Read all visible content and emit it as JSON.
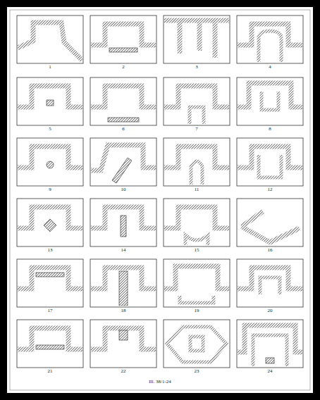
{
  "diagram": {
    "caption": "Ill. 38/1-24",
    "labels": [
      "1",
      "2",
      "3",
      "4",
      "5",
      "6",
      "7",
      "8",
      "9",
      "10",
      "11",
      "12",
      "13",
      "14",
      "15",
      "16",
      "17",
      "18",
      "19",
      "20",
      "21",
      "22",
      "23",
      "24"
    ]
  }
}
